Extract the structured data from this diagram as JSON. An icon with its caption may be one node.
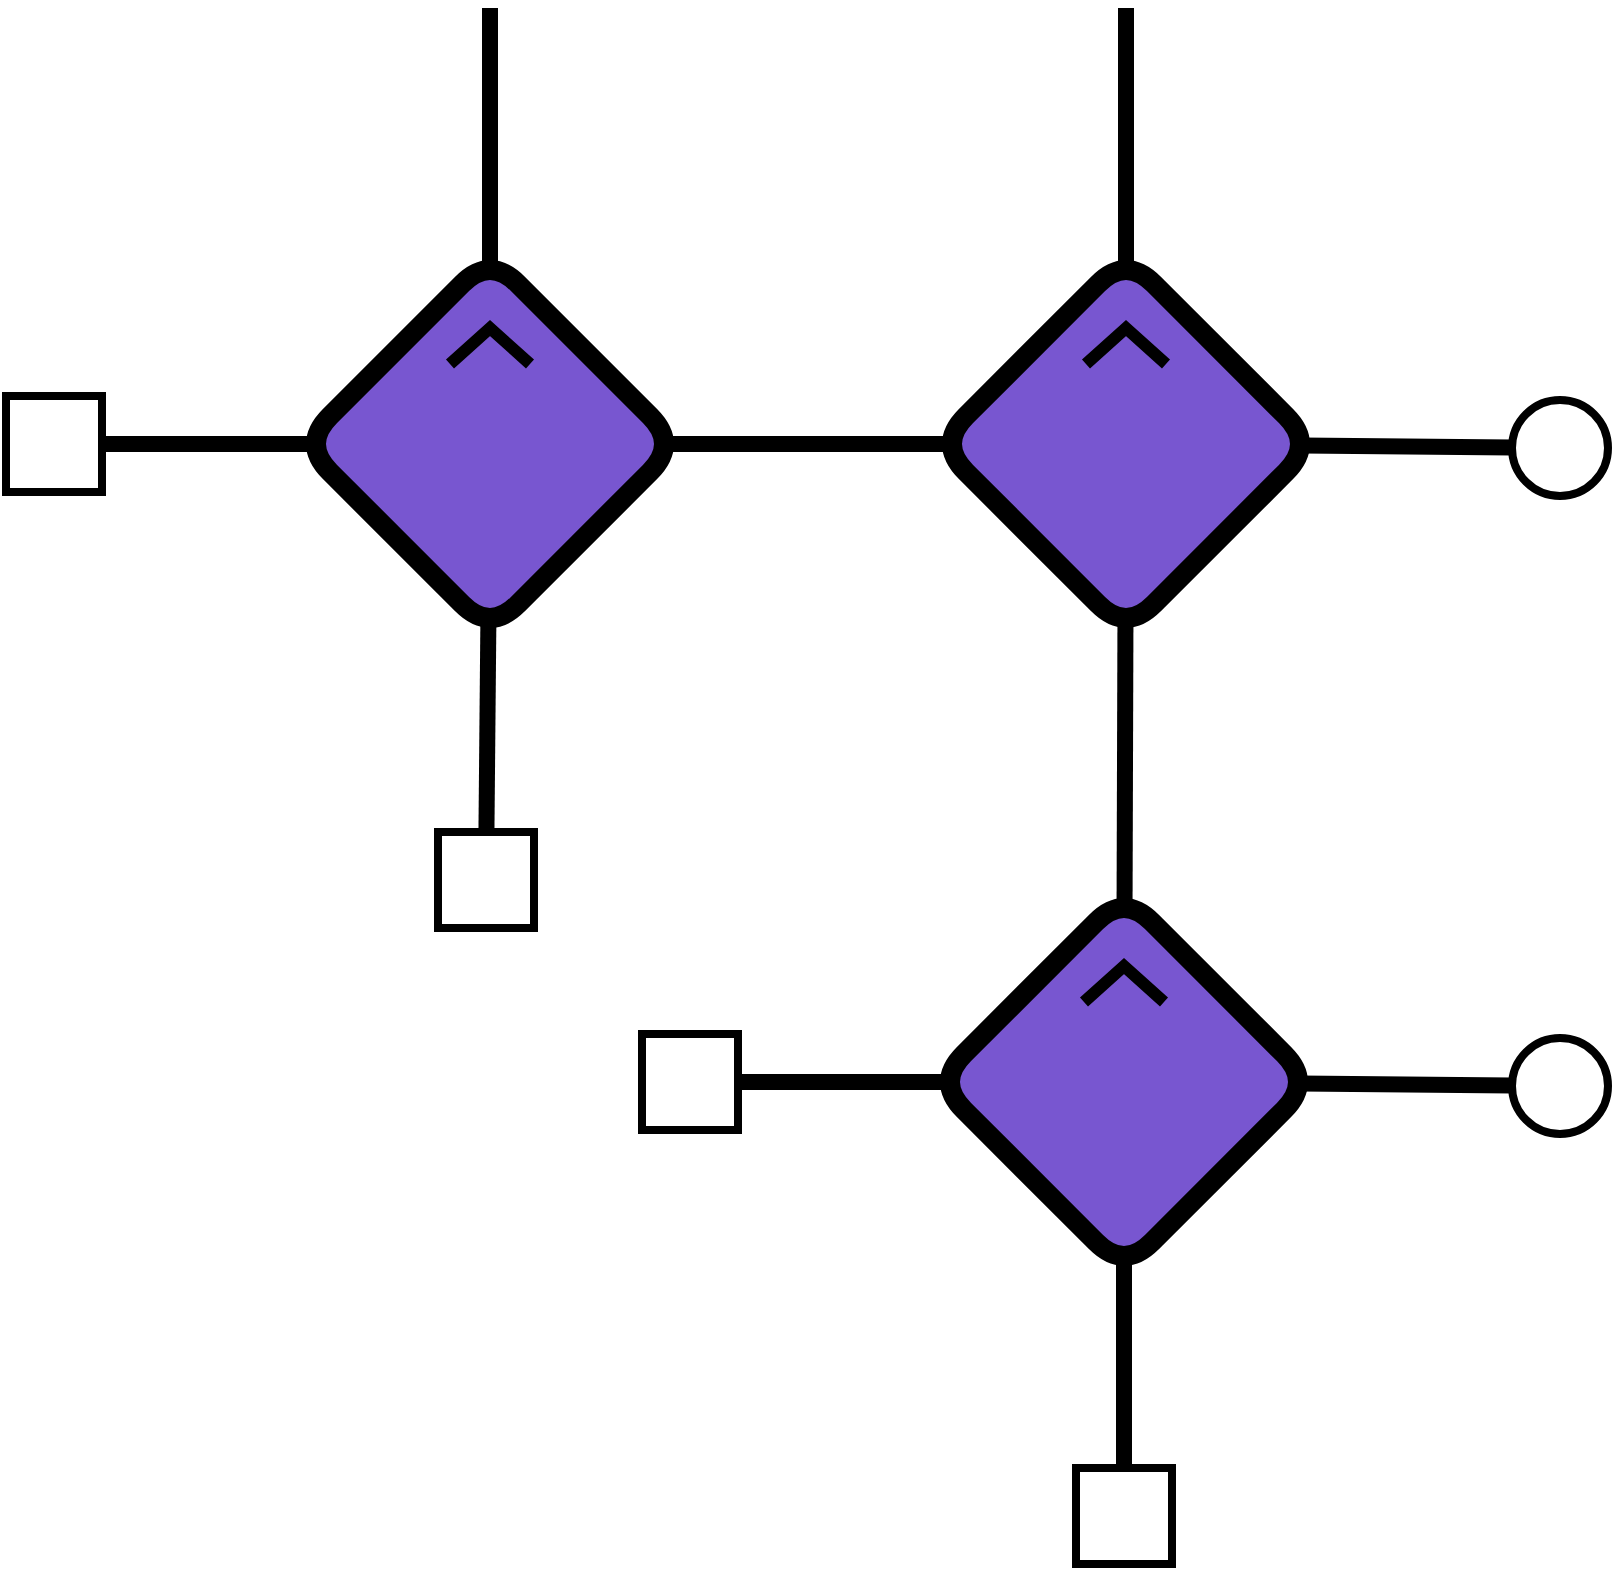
{
  "diagram": {
    "nodes": [
      {
        "text": [],
        "shape": "box"
      },
      {
        "text": [],
        "shape": "diamond"
      },
      {
        "text": [],
        "shape": "diamond"
      },
      {
        "text": [],
        "shape": "circle"
      },
      {
        "text": [],
        "shape": "box"
      },
      {
        "text": [],
        "shape": "box"
      },
      {
        "text": [],
        "shape": "diamond"
      },
      {
        "text": [],
        "shape": "circle"
      },
      {
        "text": [],
        "shape": "box"
      }
    ],
    "edges": [
      {
        "from": null,
        "to": 1,
        "arrow": "none"
      },
      {
        "from": null,
        "to": 2,
        "arrow": "none"
      },
      {
        "from": 0,
        "to": 1,
        "arrow": "none"
      },
      {
        "from": 1,
        "to": 2,
        "arrow": "none"
      },
      {
        "from": 2,
        "to": 3,
        "arrow": "none"
      },
      {
        "from": 1,
        "to": 4,
        "arrow": "none"
      },
      {
        "from": 2,
        "to": 6,
        "arrow": "none"
      },
      {
        "from": 5,
        "to": 6,
        "arrow": "none"
      },
      {
        "from": 6,
        "to": 7,
        "arrow": "none"
      },
      {
        "from": 6,
        "to": 8,
        "arrow": "none"
      }
    ]
  }
}
